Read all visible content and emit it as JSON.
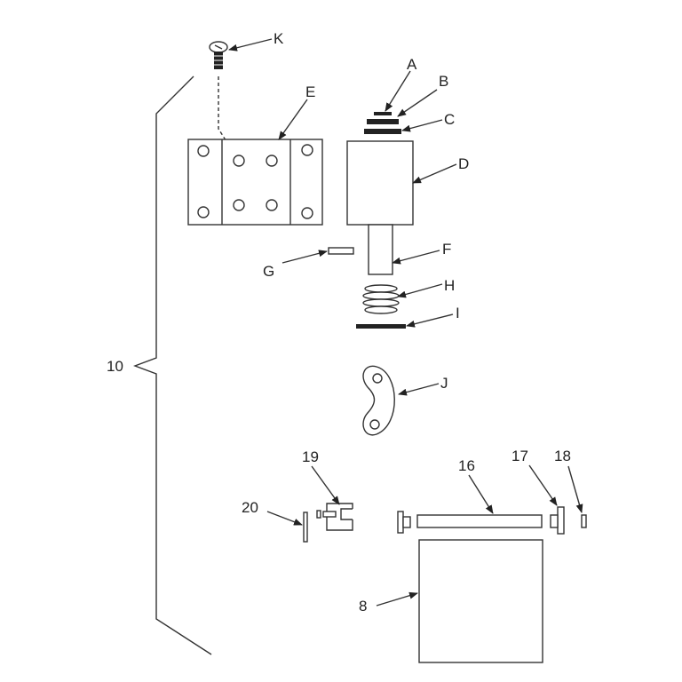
{
  "diagram": {
    "callouts": {
      "a": "A",
      "b": "B",
      "c": "C",
      "d": "D",
      "e": "E",
      "f": "F",
      "g": "G",
      "h": "H",
      "i": "I",
      "j": "J",
      "k": "K",
      "n8": "8",
      "n10": "10",
      "n16": "16",
      "n17": "17",
      "n18": "18",
      "n19": "19",
      "n20": "20"
    }
  }
}
